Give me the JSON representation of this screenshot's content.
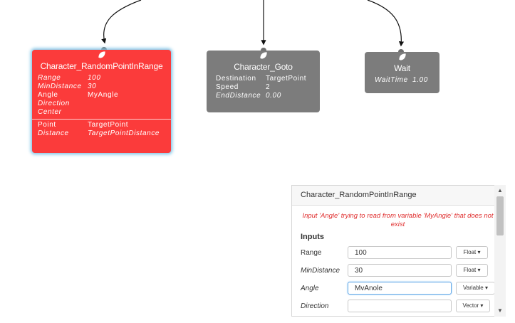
{
  "nodes": {
    "random_point": {
      "title": "Character_RandomPointInRange",
      "inputs": [
        {
          "key": "Range",
          "value": "100",
          "italic": true
        },
        {
          "key": "MinDistance",
          "value": "30",
          "italic": true
        },
        {
          "key": "Angle",
          "value": "MyAngle",
          "italic": false
        },
        {
          "key": "Direction",
          "value": "",
          "italic": true
        },
        {
          "key": "Center",
          "value": "",
          "italic": true
        }
      ],
      "outputs": [
        {
          "key": "Point",
          "value": "TargetPoint",
          "italic": false
        },
        {
          "key": "Distance",
          "value": "TargetPointDistance",
          "italic": true
        }
      ]
    },
    "goto": {
      "title": "Character_Goto",
      "rows": [
        {
          "key": "Destination",
          "value": "TargetPoint",
          "italic": false
        },
        {
          "key": "Speed",
          "value": "2",
          "italic": false
        },
        {
          "key": "EndDistance",
          "value": "0.00",
          "italic": true
        }
      ]
    },
    "wait": {
      "title": "Wait",
      "rows": [
        {
          "key": "WaitTime",
          "value": "1.00",
          "italic": true
        }
      ]
    }
  },
  "inspector": {
    "title": "Character_RandomPointInRange",
    "warning": "Input 'Angle' trying to read from variable 'MyAngle' that does not exist",
    "section": "Inputs",
    "rows": [
      {
        "label": "Range",
        "value": "100",
        "type": "Float ▾",
        "italic": false
      },
      {
        "label": "MinDistance",
        "value": "30",
        "type": "Float ▾",
        "italic": true
      },
      {
        "label": "Angle",
        "value": "MvAnole",
        "type": "Variable ▾",
        "italic": true
      },
      {
        "label": "Direction",
        "value": "",
        "type": "Vector ▾",
        "italic": true
      }
    ]
  },
  "colors": {
    "error_node": "#fb3b3b",
    "node": "#7c7c7c",
    "highlight": "#7fc4e6",
    "warning_text": "#e03030"
  },
  "icons": {
    "node_icon": "leaf-icon"
  }
}
